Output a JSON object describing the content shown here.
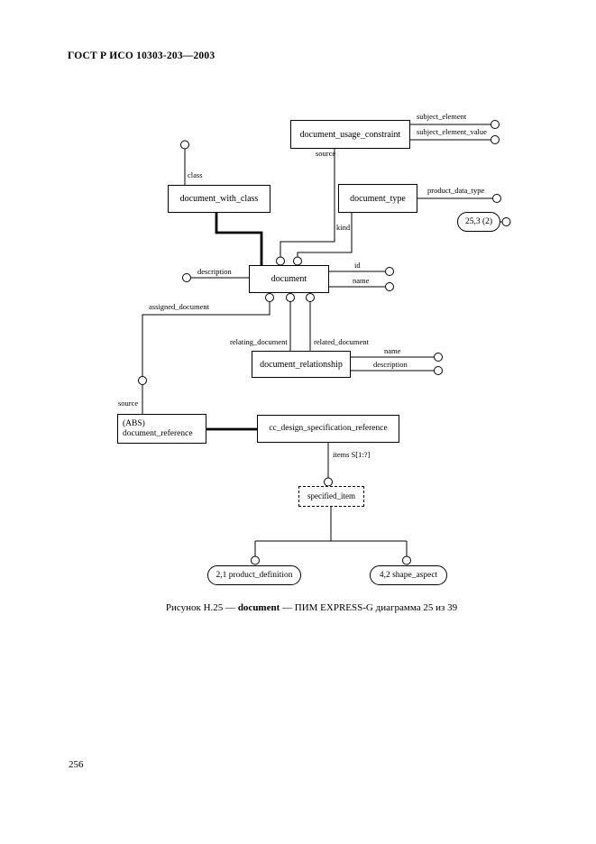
{
  "page": {
    "header": "ГОСТ Р ИСО 10303-203—2003",
    "page_number": "256",
    "caption": {
      "prefix": "Рисунок Н.25 — ",
      "bold": "document",
      "suffix": " — ПИМ EXPRESS-G диаграмма 25 из 39"
    }
  },
  "diagram": {
    "entities": {
      "document_usage_constraint": "document_usage_constraint",
      "document_with_class": "document_with_class",
      "document_type": "document_type",
      "document": "document",
      "document_relationship": "document_relationship",
      "document_reference_abs": "(ABS)",
      "document_reference": "document_reference",
      "cc_design_specification_reference": "cc_design_specification_reference",
      "specified_item": "specified_item"
    },
    "page_refs": {
      "ref_25_3": "25,3 (2)",
      "product_definition": "2,1 product_definition",
      "shape_aspect": "4,2 shape_aspect"
    },
    "attribute_labels": {
      "subject_element": "subject_element",
      "subject_element_value": "subject_element_value",
      "source_usage": "source",
      "class": "class",
      "product_data_type": "product_data_type",
      "kind": "kind",
      "description_document": "description",
      "id": "id",
      "name_document": "name",
      "assigned_document": "assigned_document",
      "relating_document": "relating_document",
      "related_document": "related_document",
      "name_relationship": "name",
      "description_relationship": "description",
      "source_reference": "source",
      "items": "items S[1:?]"
    }
  }
}
